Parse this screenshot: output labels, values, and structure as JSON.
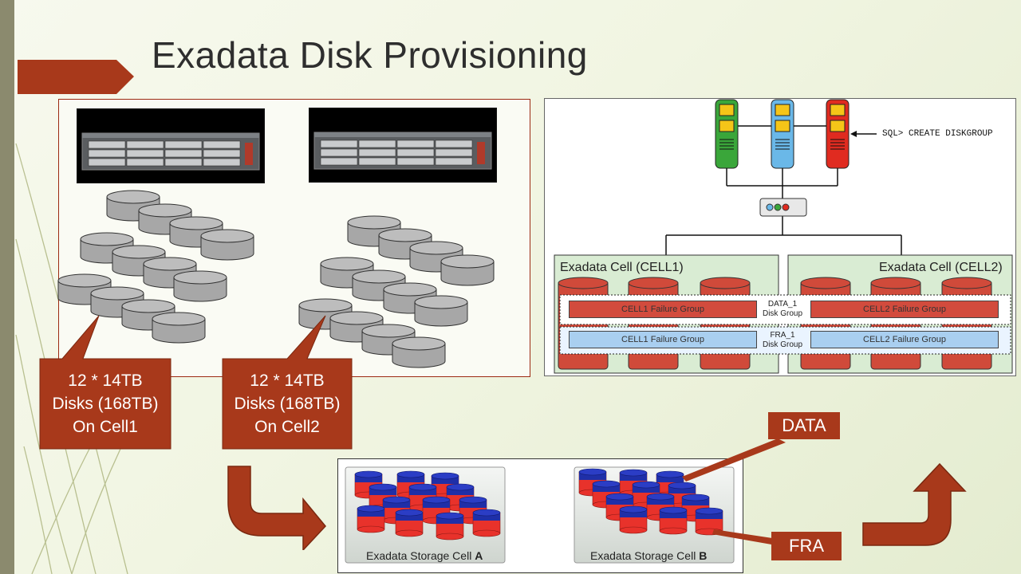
{
  "slide": {
    "title": "Exadata Disk Provisioning"
  },
  "callouts": {
    "cell1": [
      "12 * 14TB",
      "Disks (168TB)",
      "On Cell1"
    ],
    "cell2": [
      "12 * 14TB",
      "Disks (168TB)",
      "On Cell2"
    ]
  },
  "asm_diagram": {
    "sql_command": "SQL> CREATE DISKGROUP",
    "cell1_title": "Exadata Cell (CELL1)",
    "cell2_title": "Exadata Cell (CELL2)",
    "cell1_data_fg": "CELL1 Failure Group",
    "cell2_data_fg": "CELL2 Failure Group",
    "cell1_fra_fg": "CELL1 Failure Group",
    "cell2_fra_fg": "CELL2 Failure Group",
    "data_dg": [
      "DATA_1",
      "Disk Group"
    ],
    "fra_dg": [
      "FRA_1",
      "Disk Group"
    ]
  },
  "storage": {
    "cell_a_prefix": "Exadata Storage Cell ",
    "cell_a_letter": "A",
    "cell_b_prefix": "Exadata Storage Cell ",
    "cell_b_letter": "B"
  },
  "tags": {
    "data": "DATA",
    "fra": "FRA"
  },
  "colors": {
    "accent_red": "#a8391b",
    "db_green": "#3aa63a",
    "db_blue": "#6ab8e8",
    "db_red": "#e02b20",
    "disk_grey": "#a7a7a7",
    "cell_green": "#d9ecd3"
  },
  "icons": [
    "server-chassis-icon",
    "disk-cylinder-icon",
    "database-node-icon",
    "network-switch-icon",
    "curved-arrow-icon"
  ]
}
